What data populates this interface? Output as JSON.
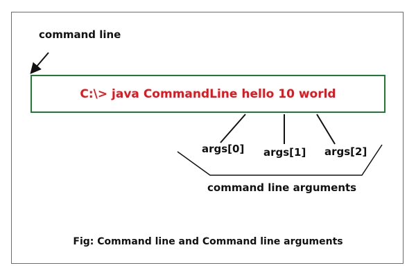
{
  "labels": {
    "command_line": "command line",
    "command": "C:\\> java CommandLine hello 10 world",
    "args": [
      "args[0]",
      "args[1]",
      "args[2]"
    ],
    "arguments_caption": "command line arguments",
    "figure_caption": "Fig: Command line and Command line arguments"
  },
  "colors": {
    "box_border": "#1e7b34",
    "command_text": "#e8141b",
    "frame": "#6b6b6b",
    "text": "#111111"
  }
}
